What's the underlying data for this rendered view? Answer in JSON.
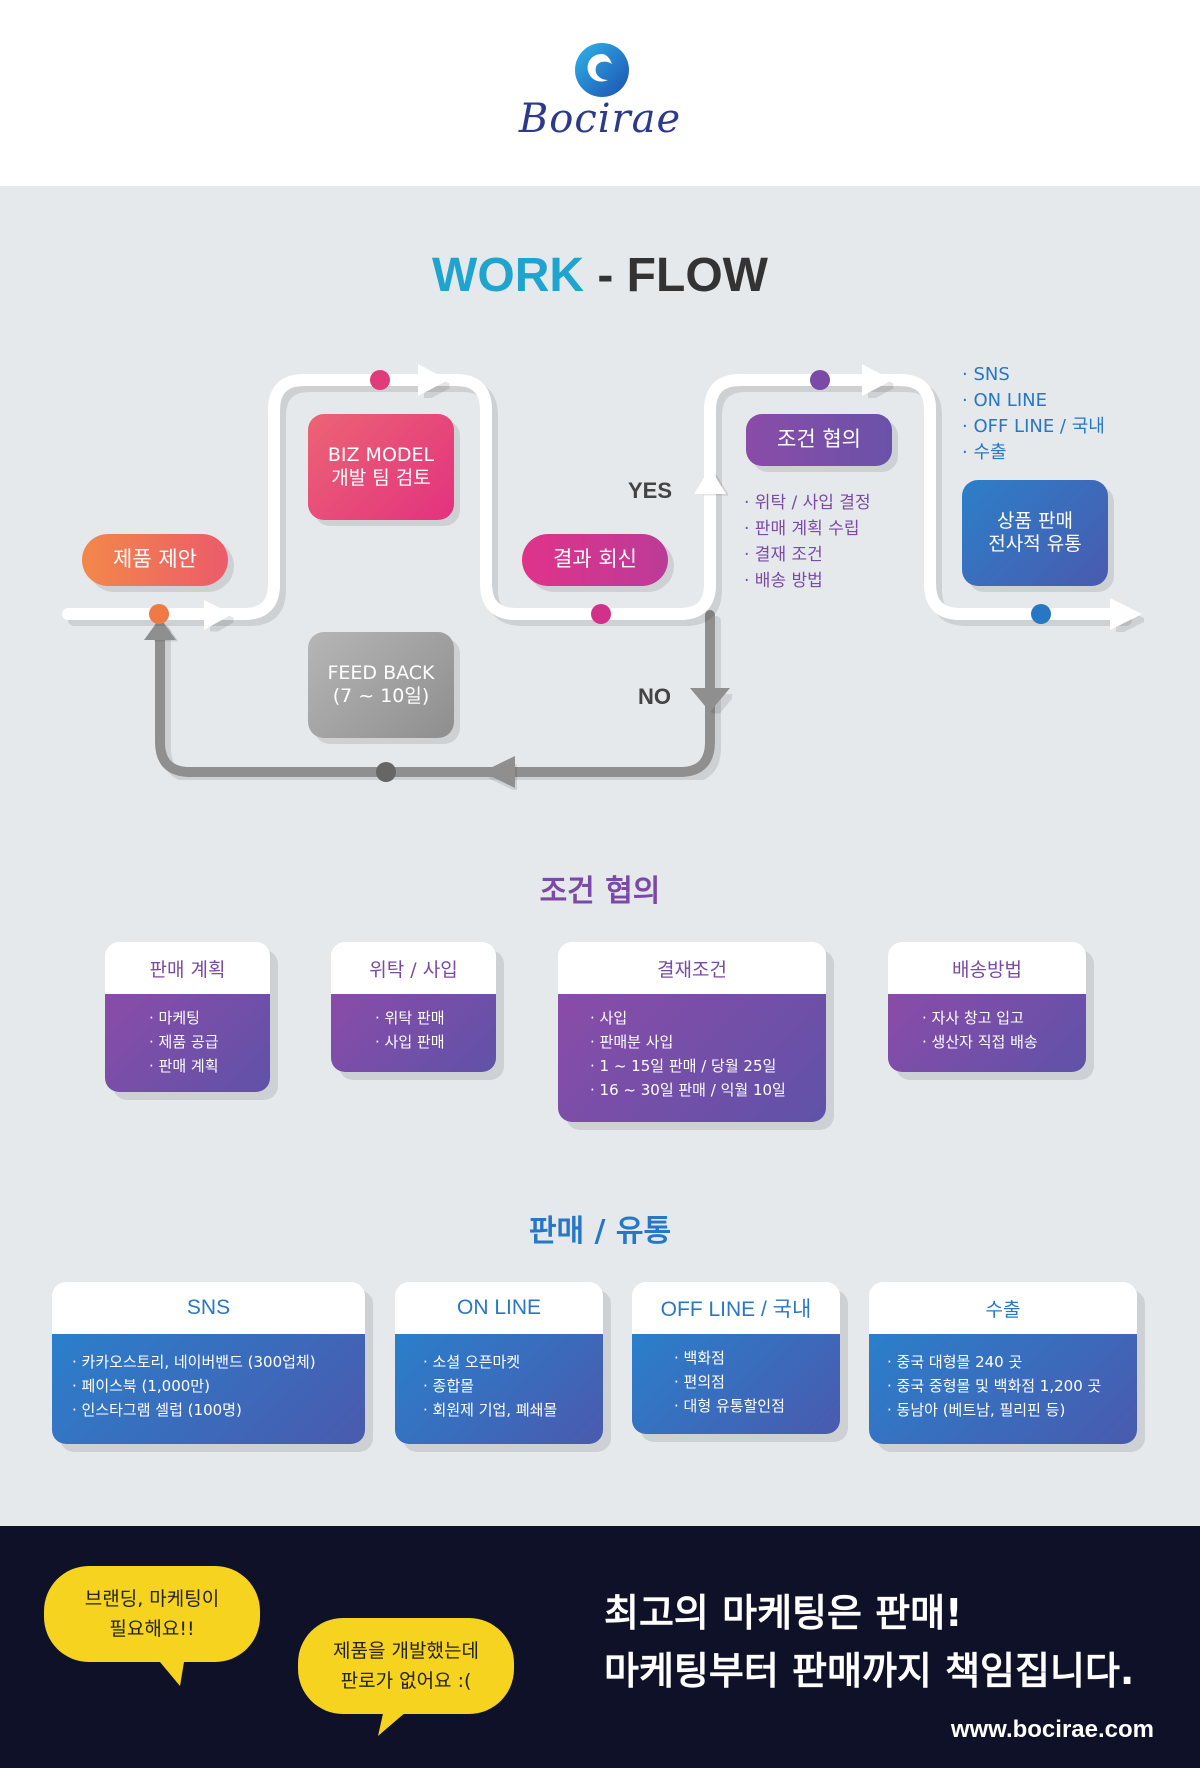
{
  "brand": {
    "name": "Bocirae"
  },
  "workflow": {
    "title_part1": "WORK",
    "title_part2": " - FLOW",
    "nodes": {
      "proposal": "제품 제안",
      "biz_line1": "BIZ MODEL",
      "biz_line2": "개발 팀 검토",
      "feedback_line1": "FEED BACK",
      "feedback_line2": "(7 ~ 10일)",
      "result": "결과 회신",
      "condition": "조건 협의",
      "sale_line1": "상품 판매",
      "sale_line2": "전사적 유통"
    },
    "yes_label": "YES",
    "no_label": "NO",
    "condition_bullets": [
      "· 위탁 / 사입 결정",
      "· 판매 계획 수립",
      "· 결재 조건",
      "· 배송 방법"
    ],
    "channel_bullets": [
      "· SNS",
      "· ON LINE",
      "· OFF LINE / 국내",
      "· 수출"
    ]
  },
  "conditions": {
    "title": "조건 협의",
    "cards": [
      {
        "title": "판매 계획",
        "items": [
          "· 마케팅",
          "· 제품 공급",
          "· 판매 계획"
        ]
      },
      {
        "title": "위탁 / 사입",
        "items": [
          "· 위탁 판매",
          "· 사입 판매"
        ]
      },
      {
        "title": "결재조건",
        "items": [
          "· 사입",
          "· 판매분 사입",
          "· 1 ~ 15일 판매 / 당월 25일",
          "· 16 ~ 30일 판매 / 익월 10일"
        ]
      },
      {
        "title": "배송방법",
        "items": [
          "· 자사 창고 입고",
          "· 생산자 직접 배송"
        ]
      }
    ]
  },
  "distribution": {
    "title": "판매 / 유통",
    "cards": [
      {
        "title": "SNS",
        "items": [
          "· 카카오스토리, 네이버밴드 (300업체)",
          "· 페이스북 (1,000만)",
          "· 인스타그램 셀럽 (100명)"
        ]
      },
      {
        "title": "ON LINE",
        "items": [
          "· 소셜 오픈마켓",
          "· 종합몰",
          "· 회원제 기업, 폐쇄몰"
        ]
      },
      {
        "title": "OFF LINE / 국내",
        "items": [
          "· 백화점",
          "· 편의점",
          "· 대형 유통할인점"
        ]
      },
      {
        "title": "수출",
        "items": [
          "· 중국 대형몰 240 곳",
          "· 중국 중형몰 및 백화점 1,200 곳",
          "· 동남아 (베트남, 필리핀 등)"
        ]
      }
    ]
  },
  "footer": {
    "bubble1_line1": "브랜딩, 마케팅이",
    "bubble1_line2": "필요해요!!",
    "bubble2_line1": "제품을 개발했는데",
    "bubble2_line2": "판로가 없어요 :(",
    "headline1": "최고의 마케팅은 판매!",
    "headline2": "마케팅부터 판매까지 책임집니다.",
    "url": "www.bocirae.com"
  },
  "colors": {
    "accent_blue": "#1fa3cf",
    "purple": "#7a4aa6",
    "blue": "#2877c4",
    "footer_bg": "#0e1128",
    "bubble": "#f6d31e"
  }
}
